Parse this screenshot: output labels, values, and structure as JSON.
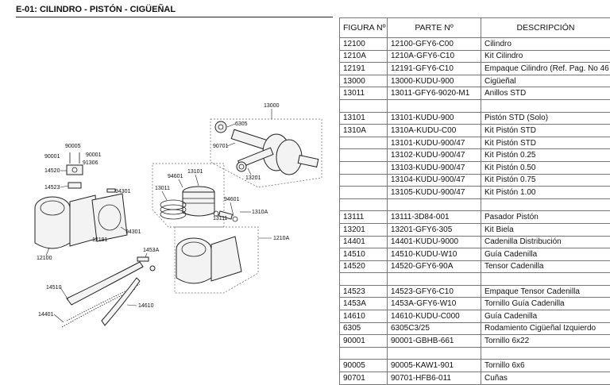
{
  "page_title": "E-01: CILINDRO - PISTÓN - CIGÜEÑAL",
  "table": {
    "headers": {
      "figura": "FIGURA Nº",
      "parte": "PARTE Nº",
      "descripcion": "DESCRIPCIÓN"
    },
    "rows": [
      {
        "figura": "12100",
        "parte": "12100-GFY6-C00",
        "descripcion": "Cilindro"
      },
      {
        "figura": "1210A",
        "parte": "1210A-GFY6-C10",
        "descripcion": "Kit Cilindro"
      },
      {
        "figura": "12191",
        "parte": "12191-GFY6-C10",
        "descripcion": "Empaque Cilindro (Ref. Pag. No 46"
      },
      {
        "figura": "13000",
        "parte": "13000-KUDU-900",
        "descripcion": "Cigüeñal"
      },
      {
        "figura": "13011",
        "parte": "13011-GFY6-9020-M1",
        "descripcion": "Anillos STD"
      },
      {
        "figura": "",
        "parte": "",
        "descripcion": ""
      },
      {
        "figura": "13101",
        "parte": "13101-KUDU-900",
        "descripcion": "Pistón STD (Solo)"
      },
      {
        "figura": "1310A",
        "parte": "1310A-KUDU-C00",
        "descripcion": "Kit Pistón STD"
      },
      {
        "figura": "",
        "parte": "13101-KUDU-900/47",
        "descripcion": "Kit Pistón STD"
      },
      {
        "figura": "",
        "parte": "13102-KUDU-900/47",
        "descripcion": "Kit Pistón 0.25"
      },
      {
        "figura": "",
        "parte": "13103-KUDU-900/47",
        "descripcion": "Kit Pistón 0.50"
      },
      {
        "figura": "",
        "parte": "13104-KUDU-900/47",
        "descripcion": "Kit Pistón 0.75"
      },
      {
        "figura": "",
        "parte": "13105-KUDU-900/47",
        "descripcion": "Kit Pistón 1.00"
      },
      {
        "figura": "",
        "parte": "",
        "descripcion": ""
      },
      {
        "figura": "13111",
        "parte": "13111-3D84-001",
        "descripcion": "Pasador Pistón"
      },
      {
        "figura": "13201",
        "parte": "13201-GFY6-305",
        "descripcion": "Kit Biela"
      },
      {
        "figura": "14401",
        "parte": "14401-KUDU-9000",
        "descripcion": "Cadenilla Distribución"
      },
      {
        "figura": "14510",
        "parte": "14510-KUDU-W10",
        "descripcion": "Guía Cadenilla"
      },
      {
        "figura": "14520",
        "parte": "14520-GFY6-90A",
        "descripcion": "Tensor Cadenilla"
      },
      {
        "figura": "",
        "parte": "",
        "descripcion": ""
      },
      {
        "figura": "14523",
        "parte": "14523-GFY6-C10",
        "descripcion": "Empaque Tensor Cadenilla"
      },
      {
        "figura": "1453A",
        "parte": "1453A-GFY6-W10",
        "descripcion": "Tornillo Guía Cadenilla"
      },
      {
        "figura": "14610",
        "parte": "14610-KUDU-C000",
        "descripcion": "Guía Cadenilla"
      },
      {
        "figura": "6305",
        "parte": "6305C3/25",
        "descripcion": "Rodamiento Cigüeñal Izquierdo"
      },
      {
        "figura": "90001",
        "parte": "90001-GBHB-661",
        "descripcion": "Tornillo 6x22"
      },
      {
        "figura": "",
        "parte": "",
        "descripcion": ""
      },
      {
        "figura": "90005",
        "parte": "90005-KAW1-901",
        "descripcion": "Tornillo 6x6"
      },
      {
        "figura": "90701",
        "parte": "90701-HFB6-011",
        "descripcion": "Cuñas"
      }
    ]
  },
  "diagram": {
    "callouts": {
      "c13000": "13000",
      "c6305": "6305",
      "c90701": "90701",
      "c13201": "13201",
      "c90005": "90005",
      "c90001a": "90001",
      "c90001b": "90001",
      "c91306": "91306",
      "c14520": "14520",
      "c14523": "14523",
      "c94301a": "94301",
      "c94301b": "94301",
      "c12191": "12191",
      "c12100": "12100",
      "c94601a": "94601",
      "c13101": "13101",
      "c13011": "13011",
      "c94601b": "94601",
      "c13111": "13111",
      "c1310A": "1310A",
      "c1210A": "1210A",
      "c1453A": "1453A",
      "c14510": "14510",
      "c14610": "14610",
      "c14401": "14401"
    }
  }
}
